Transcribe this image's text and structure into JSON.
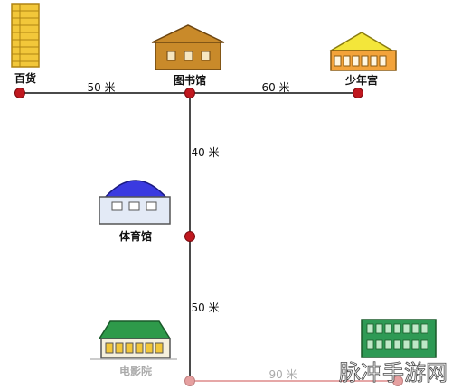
{
  "places": {
    "department_store": "百货",
    "library": "图书馆",
    "youth_palace": "少年宫",
    "gymnasium": "体育馆",
    "cinema": "电影院"
  },
  "distances": {
    "store_library": "50 米",
    "library_palace": "60 米",
    "library_gym": "40 米",
    "gym_cinema": "50 米",
    "cinema_right": "90 米"
  },
  "watermark": "脉冲手游网",
  "colors": {
    "road": "#4a4a4a",
    "node": "#c0181f",
    "tower": "#f2c73a",
    "library_roof": "#c98a2a",
    "palace_roof": "#f3e63a",
    "dome": "#3a3ae0",
    "cinema_roof": "#2e9a4a",
    "block": "#2e9a55"
  }
}
